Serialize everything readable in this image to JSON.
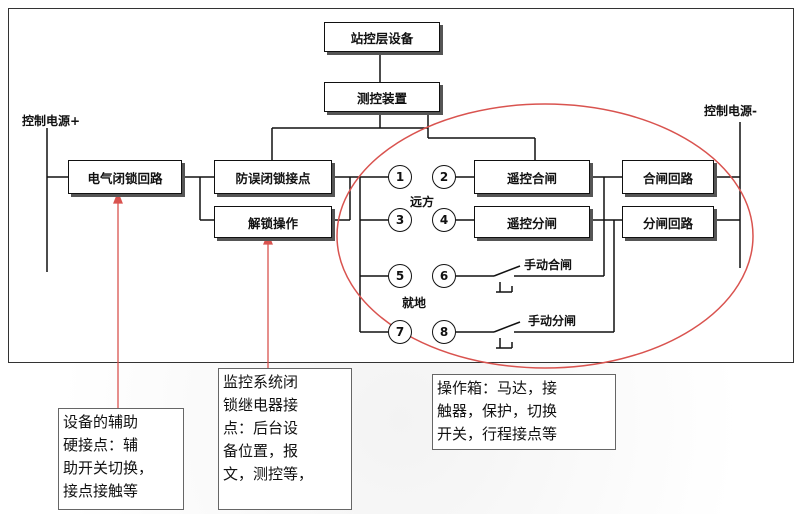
{
  "diagram": {
    "boxes": {
      "station_equipment": "站控层设备",
      "measure_control_device": "测控装置",
      "electric_interlock_circuit": "电气闭锁回路",
      "anti_misoperation_contact": "防误闭锁接点",
      "unlock_operation": "解锁操作",
      "remote_close": "遥控合闸",
      "remote_open": "遥控分闸",
      "close_circuit": "合闸回路",
      "open_circuit": "分闸回路"
    },
    "labels": {
      "power_plus": "控制电源+",
      "power_minus": "控制电源-",
      "remote": "远方",
      "local": "就地",
      "manual_close": "手动合闸",
      "manual_open": "手动分闸"
    },
    "nodes": [
      "1",
      "2",
      "3",
      "4",
      "5",
      "6",
      "7",
      "8"
    ]
  },
  "notes": {
    "aux_contact": [
      "设备的辅助",
      "硬接点：辅",
      "助开关切换，",
      "接点接触等"
    ],
    "monitor_relay": [
      "监控系统闭",
      "锁继电器接",
      "点：后台设",
      "备位置，报",
      "文，测控等，"
    ],
    "operation_box": [
      "操作箱：马达，接",
      "触器，保护，切换",
      "开关，行程接点等"
    ]
  },
  "colors": {
    "annotation": "#d9534f",
    "line": "#111111"
  }
}
